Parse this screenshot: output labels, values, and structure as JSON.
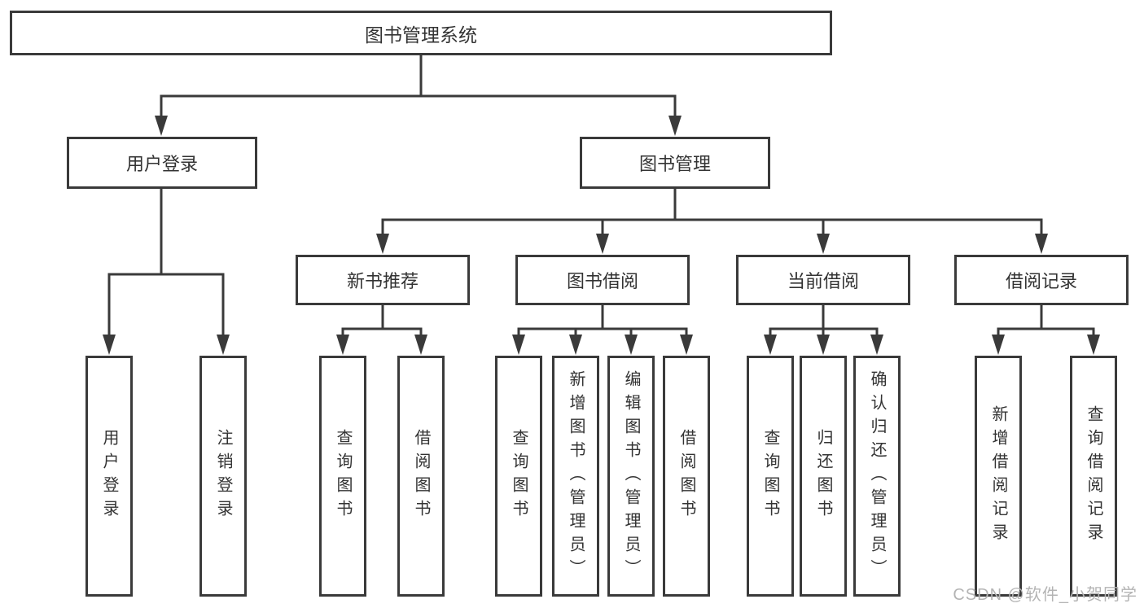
{
  "diagram_type": "hierarchy-tree",
  "watermark": {
    "text": "CSDN @软件_小贺同学",
    "color": "#b4b4b4"
  },
  "colors": {
    "line": "#3a3a3a",
    "box_border": "#3a3a3a",
    "text": "#333333",
    "background": "#ffffff"
  },
  "tree": {
    "root": {
      "label": "图书管理系统",
      "children": [
        {
          "label": "用户登录",
          "children": [
            {
              "label": "用户登录"
            },
            {
              "label": "注销登录"
            }
          ]
        },
        {
          "label": "图书管理",
          "children": [
            {
              "label": "新书推荐",
              "children": [
                {
                  "label": "查询图书"
                },
                {
                  "label": "借阅图书"
                }
              ]
            },
            {
              "label": "图书借阅",
              "children": [
                {
                  "label": "查询图书"
                },
                {
                  "label": "新增图书（管理员）"
                },
                {
                  "label": "编辑图书（管理员）"
                },
                {
                  "label": "借阅图书"
                }
              ]
            },
            {
              "label": "当前借阅",
              "children": [
                {
                  "label": "查询图书"
                },
                {
                  "label": "归还图书"
                },
                {
                  "label": "确认归还（管理员）"
                }
              ]
            },
            {
              "label": "借阅记录",
              "children": [
                {
                  "label": "新增借阅记录"
                },
                {
                  "label": "查询借阅记录"
                }
              ]
            }
          ]
        }
      ]
    }
  }
}
